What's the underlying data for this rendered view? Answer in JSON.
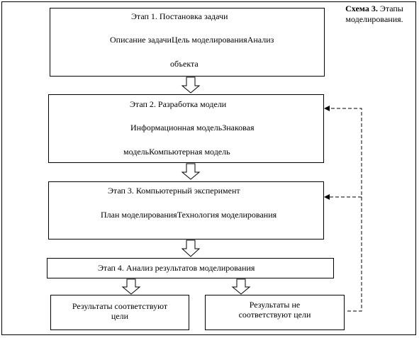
{
  "caption": {
    "bold": "Схема 3.",
    "rest": " Этапы моделирования."
  },
  "stage1": {
    "title": "Этап 1. Постановка задачи",
    "line1": "Описание задачиЦель моделированияАнализ",
    "line2": "объекта"
  },
  "stage2": {
    "title": "Этап 2. Разработка модели",
    "line1": "Информационная модельЗнаковая",
    "line2": "модельКомпьютерная модель"
  },
  "stage3": {
    "title": "Этап 3. Компьютерный эксперимент",
    "line1": "План моделированияТехнология моделирования"
  },
  "stage4": {
    "title": "Этап 4. Анализ результатов моделирования"
  },
  "result_ok": {
    "line1": "Результаты соответствуют",
    "line2": "цели"
  },
  "result_fail": {
    "line1": "Результаты не",
    "line2": "соответствуют цели"
  }
}
